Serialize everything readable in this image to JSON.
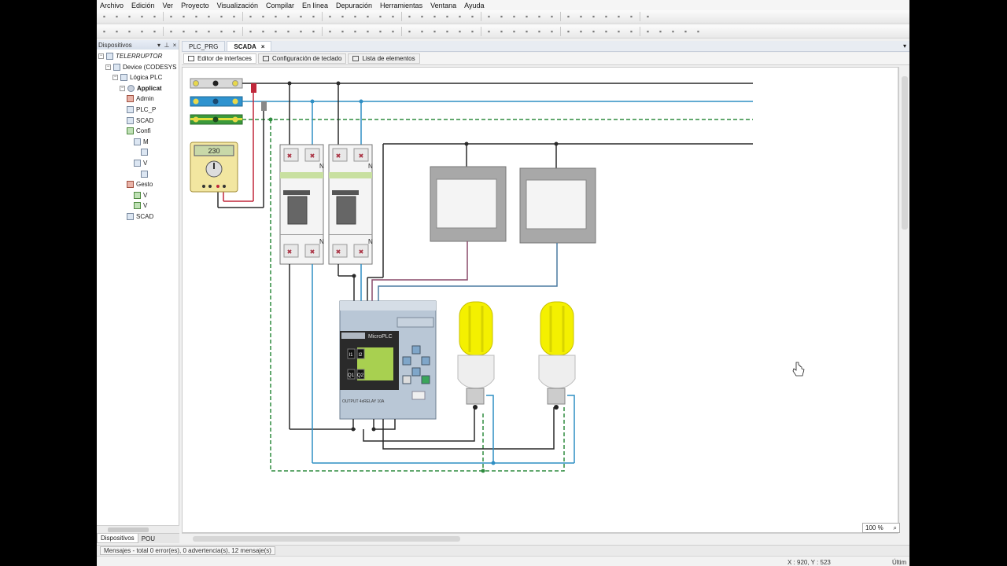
{
  "menu": [
    "Archivo",
    "Edición",
    "Ver",
    "Proyecto",
    "Visualización",
    "Compilar",
    "En línea",
    "Depuración",
    "Herramientas",
    "Ventana",
    "Ayuda"
  ],
  "devices": {
    "header": "Dispositivos",
    "tree": [
      {
        "label": "TELERRUPTOR",
        "indent": 0,
        "icon": "folder",
        "italic": true
      },
      {
        "label": "Device (CODESYS",
        "indent": 1,
        "icon": "device"
      },
      {
        "label": "Lógica PLC",
        "indent": 2,
        "icon": "plc"
      },
      {
        "label": "Applicat",
        "indent": 3,
        "icon": "gear",
        "bold": true
      },
      {
        "label": "Admin",
        "indent": 4,
        "icon": "red"
      },
      {
        "label": "PLC_P",
        "indent": 4,
        "icon": "doc"
      },
      {
        "label": "SCAD",
        "indent": 4,
        "icon": "doc"
      },
      {
        "label": "Confi",
        "indent": 4,
        "icon": "grn"
      },
      {
        "label": "M",
        "indent": 5,
        "icon": "doc"
      },
      {
        "label": "",
        "indent": 6,
        "icon": "doc"
      },
      {
        "label": "V",
        "indent": 5,
        "icon": "doc"
      },
      {
        "label": "",
        "indent": 6,
        "icon": "doc"
      },
      {
        "label": "Gesto",
        "indent": 4,
        "icon": "red"
      },
      {
        "label": "V",
        "indent": 5,
        "icon": "grn"
      },
      {
        "label": "V",
        "indent": 5,
        "icon": "grn"
      },
      {
        "label": "SCAD",
        "indent": 4,
        "icon": "doc"
      }
    ]
  },
  "bottom_tabs": [
    "Dispositivos",
    "POU"
  ],
  "editor": {
    "tabs": [
      {
        "label": "PLC_PRG",
        "active": false
      },
      {
        "label": "SCADA",
        "active": true
      }
    ],
    "sub_tabs": [
      "Editor de interfaces",
      "Configuración de teclado",
      "Lista de elementos"
    ]
  },
  "scada": {
    "meter_value": "230",
    "plc_label": "MicroPLC",
    "plc_keys": [
      "I1",
      "I2",
      "Q1",
      "Q2"
    ],
    "output_label": "OUTPUT 4xRELAY 10A",
    "breaker_n": "N",
    "colors": {
      "phase": "#2a2a2a",
      "neutral": "#2f8fc4",
      "ground": "#2e8b3e",
      "lamp": "#f4f000",
      "switch_link": "#8a4a6a"
    }
  },
  "zoom": "100 %",
  "messages": "Mensajes - total 0 error(es), 0 advertencia(s), 12 mensaje(s)",
  "coords": "X : 920, Y : 523",
  "status_last": "Últim"
}
